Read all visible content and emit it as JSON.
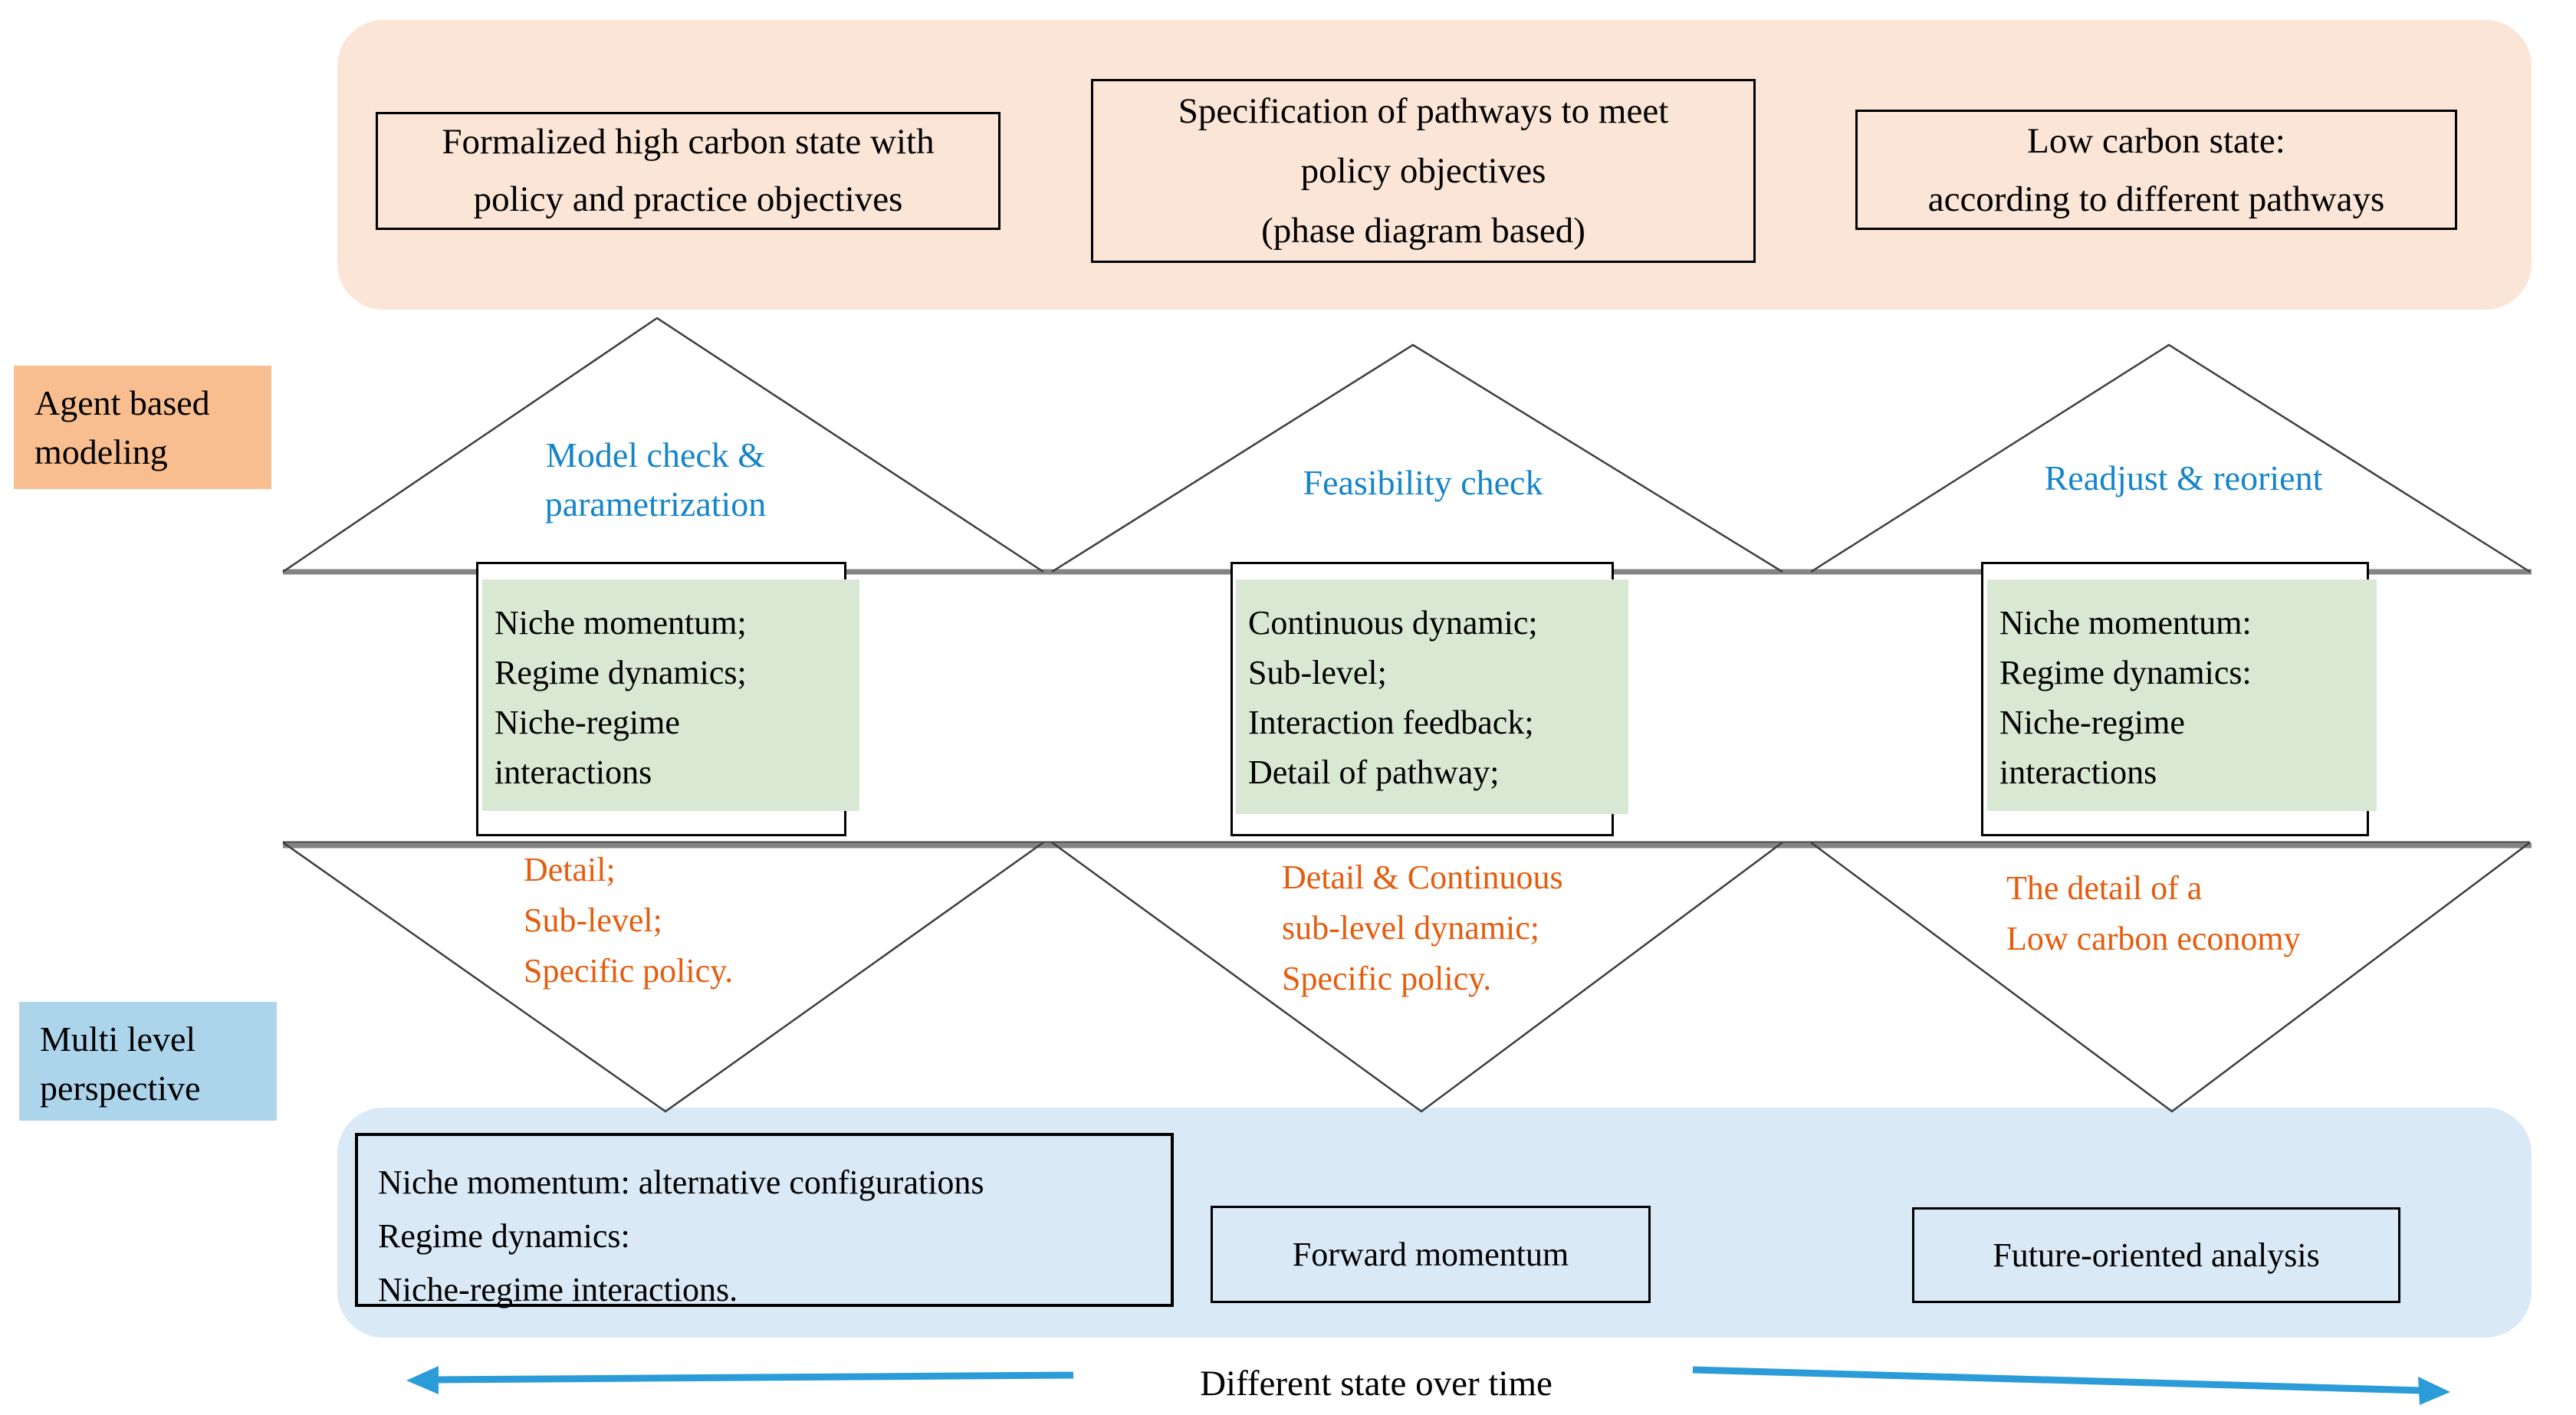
{
  "colors": {
    "peach_panel": "#FBE5D6",
    "blue_panel": "#DAE9F6",
    "abm_label_bg": "#F9BE8F",
    "mlp_label_bg": "#ACD5EB",
    "green_box": "#D9E8D2",
    "blue_text": "#1585CA",
    "orange_text": "#E65C0D",
    "gray_line": "#848484",
    "arrow_blue": "#2B9CD8"
  },
  "top_panel": {
    "boxes": [
      {
        "lines": [
          "Formalized high carbon state with",
          "policy and practice objectives"
        ]
      },
      {
        "lines": [
          "Specification of pathways to meet",
          "policy objectives",
          "(phase diagram based)"
        ]
      },
      {
        "lines": [
          "Low carbon state:",
          "according to different pathways"
        ]
      }
    ]
  },
  "side_labels": {
    "abm": {
      "lines": [
        "Agent based",
        "modeling"
      ]
    },
    "mlp": {
      "lines": [
        "Multi level",
        "perspective"
      ]
    }
  },
  "upper_triangle_labels": [
    {
      "lines": [
        "Model check &",
        "parametrization"
      ]
    },
    {
      "lines": [
        "Feasibility check"
      ]
    },
    {
      "lines": [
        "Readjust & reorient"
      ]
    }
  ],
  "green_boxes": [
    {
      "lines": [
        "Niche momentum;",
        "Regime dynamics;",
        "Niche-regime",
        "interactions"
      ]
    },
    {
      "lines": [
        "Continuous dynamic;",
        "Sub-level;",
        "Interaction feedback;",
        "Detail of pathway;"
      ]
    },
    {
      "lines": [
        "Niche momentum:",
        "Regime dynamics:",
        "Niche-regime",
        "interactions"
      ]
    }
  ],
  "lower_triangle_labels": [
    {
      "lines": [
        "Detail;",
        "Sub-level;",
        "Specific policy."
      ]
    },
    {
      "lines": [
        "Detail & Continuous",
        "sub-level dynamic;",
        "Specific policy."
      ]
    },
    {
      "lines": [
        "The detail of a",
        "Low carbon economy"
      ]
    }
  ],
  "bottom_panel": {
    "boxes": [
      {
        "lines": [
          "Niche momentum: alternative configurations",
          "Regime dynamics:",
          "Niche-regime interactions."
        ]
      },
      {
        "lines": [
          "Forward momentum"
        ]
      },
      {
        "lines": [
          "Future-oriented analysis"
        ]
      }
    ]
  },
  "footer": {
    "caption": "Different state over time"
  }
}
